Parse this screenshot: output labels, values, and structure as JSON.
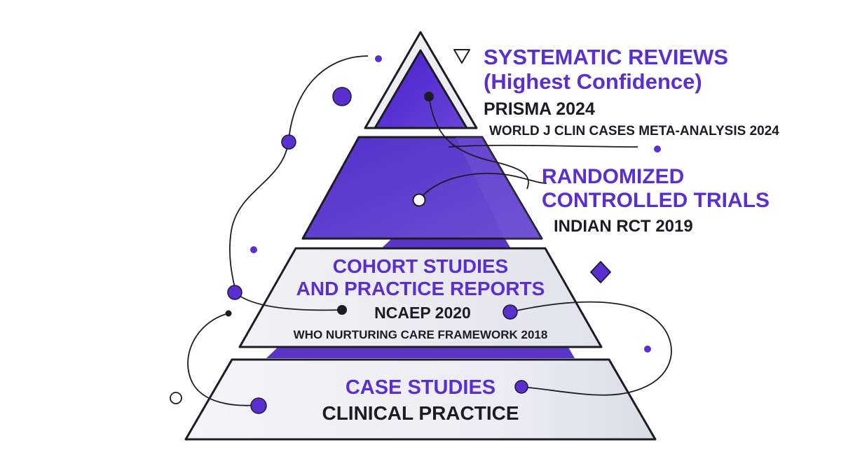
{
  "pyramid": {
    "levels": [
      {
        "id": "systematic-reviews",
        "title_lines": [
          "SYSTEMATIC REVIEWS",
          "(Highest Confidence)"
        ],
        "sources": [
          "PRISMA 2024",
          "WORLD J CLIN CASES META-ANALYSIS 2024"
        ]
      },
      {
        "id": "randomized-controlled-trials",
        "title_lines": [
          "RANDOMIZED",
          "CONTROLLED TRIALS"
        ],
        "sources": [
          "INDIAN RCT 2019"
        ]
      },
      {
        "id": "cohort-studies",
        "title_lines": [
          "COHORT STUDIES",
          "AND PRACTICE REPORTS"
        ],
        "sources": [
          "NCAEP 2020",
          "WHO NURTURING CARE FRAMEWORK 2018"
        ]
      },
      {
        "id": "case-studies",
        "title_lines": [
          "CASE STUDIES"
        ],
        "sources": [
          "CLINICAL PRACTICE"
        ]
      }
    ]
  },
  "colors": {
    "accent": "#5a2fd1",
    "tier_fill_dark": "#5b35c9",
    "tier_fill_light": "#ececf1",
    "outline": "#1c1c24",
    "text_dark": "#1c1c24"
  },
  "decor": {
    "triangle_marker_icon": "triangle-outline-icon",
    "diamond_marker_icon": "diamond-icon"
  }
}
